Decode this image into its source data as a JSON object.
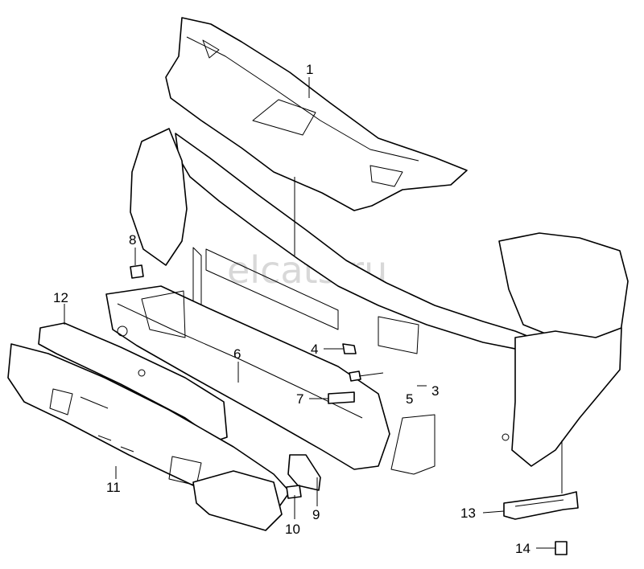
{
  "diagram": {
    "watermark": "elcats.ru",
    "callouts": {
      "c1": "1",
      "c3": "3",
      "c4": "4",
      "c5": "5",
      "c6": "6",
      "c7": "7",
      "c8": "8",
      "c9": "9",
      "c10": "10",
      "c11": "11",
      "c12": "12",
      "c13": "13",
      "c14": "14"
    }
  }
}
